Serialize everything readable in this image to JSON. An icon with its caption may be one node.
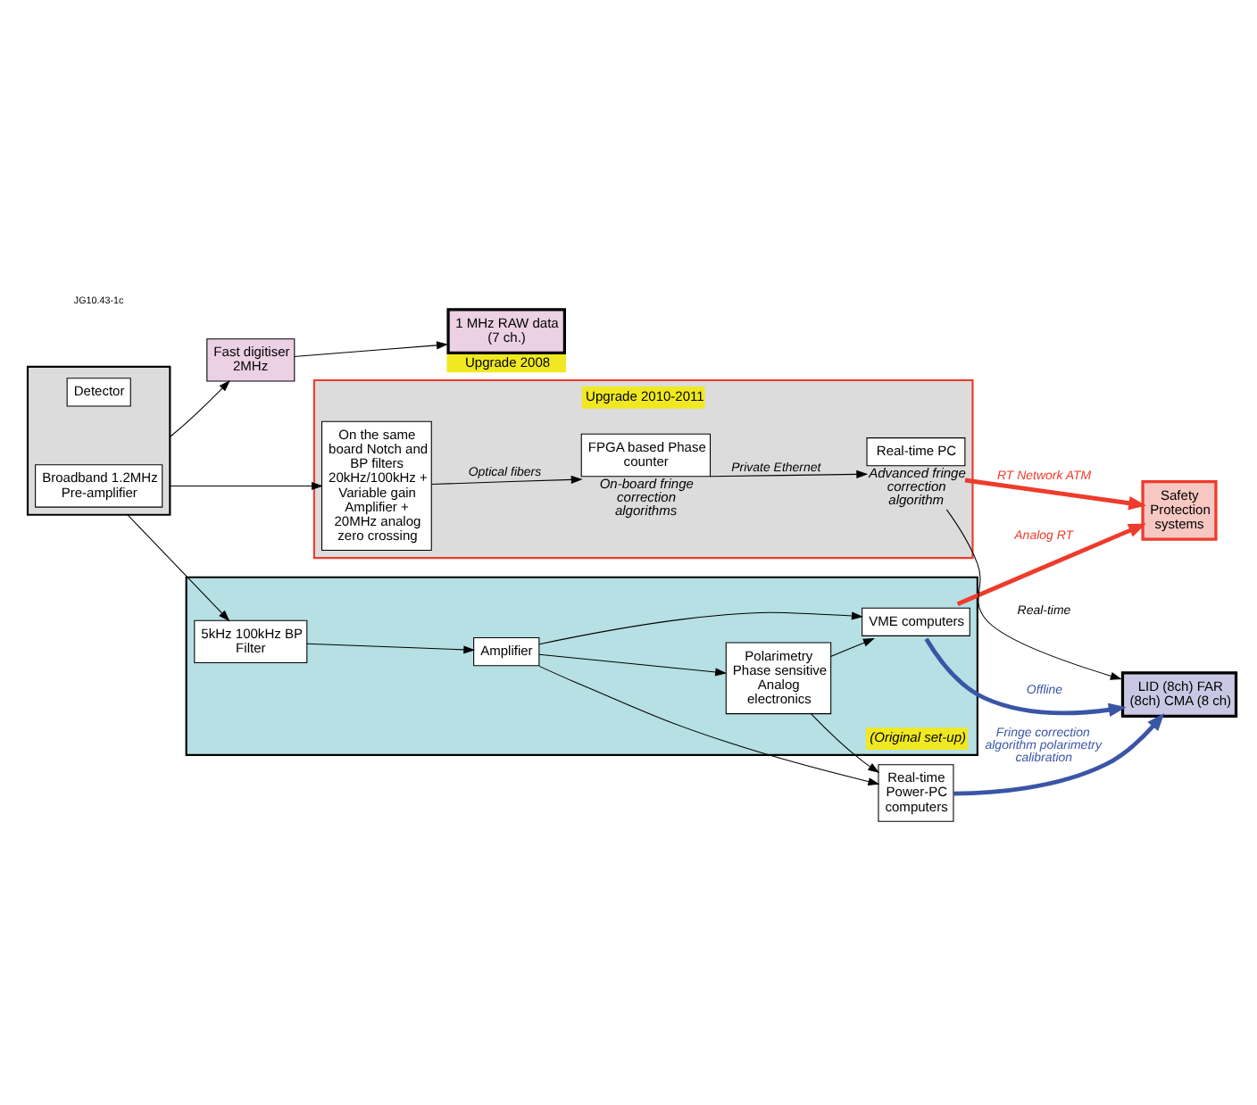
{
  "diagram": {
    "nodes": [
      {
        "text": [
          "Fast digitiser 2MHz"
        ]
      },
      {
        "text": [
          "1 MHz RAW data (7 ch.)"
        ],
        "beside": [
          "Upgrade 2008"
        ]
      },
      {
        "text": [
          "Safety Protection systems"
        ]
      },
      {
        "text": [],
        "shape": "box"
      },
      {
        "text": [
          "Detector"
        ],
        "in": 3
      },
      {
        "text": [
          "Broadband 1.2MHz Pre-amplifier"
        ],
        "in": 3
      },
      {
        "text": [
          "(Original set-up)"
        ]
      },
      {
        "text": [
          "5kHz 100kHz BP Filter"
        ],
        "in": 6
      },
      {
        "text": [
          "VME computers"
        ],
        "in": 6
      },
      {
        "text": [
          "Amplifier"
        ],
        "in": 6
      },
      {
        "text": [
          "Polarimetry Phase sensitive Analog electronics"
        ],
        "in": 6
      },
      {
        "text": [
          "LID (8ch) FAR (8ch) CMA (8 ch)"
        ]
      },
      {
        "text": [
          "Real-time Power-PC computers"
        ]
      },
      {
        "text": [
          "Upgrade 2010-2011"
        ]
      },
      {
        "text": [
          "On the same board Notch and BP filters 20kHz/100kHz + Variable gain Amplifier + 20MHz analog zero crossing"
        ],
        "in": 13
      },
      {
        "text": [
          "FPGA based Phase counter"
        ],
        "in": 13,
        "beside": [
          "On-board fringe correction algorithms"
        ]
      },
      {
        "text": [
          "Real-time PC"
        ],
        "in": 13,
        "beside": [
          "Advanced fringe correction algorithm"
        ]
      }
    ],
    "edges": [
      {
        "from": 3,
        "to": 0,
        "arrow": "to"
      },
      {
        "from": 0,
        "to": 1,
        "arrow": "to"
      },
      {
        "from": 3,
        "to": 7,
        "arrow": "to"
      },
      {
        "from": 7,
        "to": 9,
        "arrow": "to"
      },
      {
        "from": 9,
        "to": 10,
        "arrow": "to"
      },
      {
        "from": 9,
        "to": 8,
        "arrow": "to"
      },
      {
        "from": 10,
        "to": 8,
        "arrow": "to"
      },
      {
        "from": 10,
        "to": 12,
        "arrow": "to"
      },
      {
        "from": 9,
        "to": 12,
        "arrow": "to"
      },
      {
        "from": 8,
        "to": 2,
        "arrow": "to",
        "label": "Analog RT",
        "color": "#ee3b2b",
        "style": "thick"
      },
      {
        "from": 8,
        "to": 11,
        "arrow": "to",
        "label": "Offline",
        "color": "#3a55a6",
        "style": "thick"
      },
      {
        "from": 12,
        "to": 11,
        "arrow": "to",
        "label": "Fringe correction algorithm polarimetry calibration",
        "color": "#3a55a6",
        "style": "thick"
      },
      {
        "from": 3,
        "to": 14,
        "arrow": "to"
      },
      {
        "from": 14,
        "to": 15,
        "arrow": "to",
        "label": "Optical fibers"
      },
      {
        "from": 15,
        "to": 16,
        "arrow": "to",
        "label": "Private Ethernet"
      },
      {
        "from": 16,
        "to": 11,
        "arrow": "to",
        "label": "Real-time"
      },
      {
        "from": 16,
        "to": 2,
        "arrow": "to",
        "label": "RT Network ATM",
        "color": "#ee3b2b",
        "style": "thick"
      }
    ],
    "labels": [
      "JG10.43-1c"
    ]
  }
}
